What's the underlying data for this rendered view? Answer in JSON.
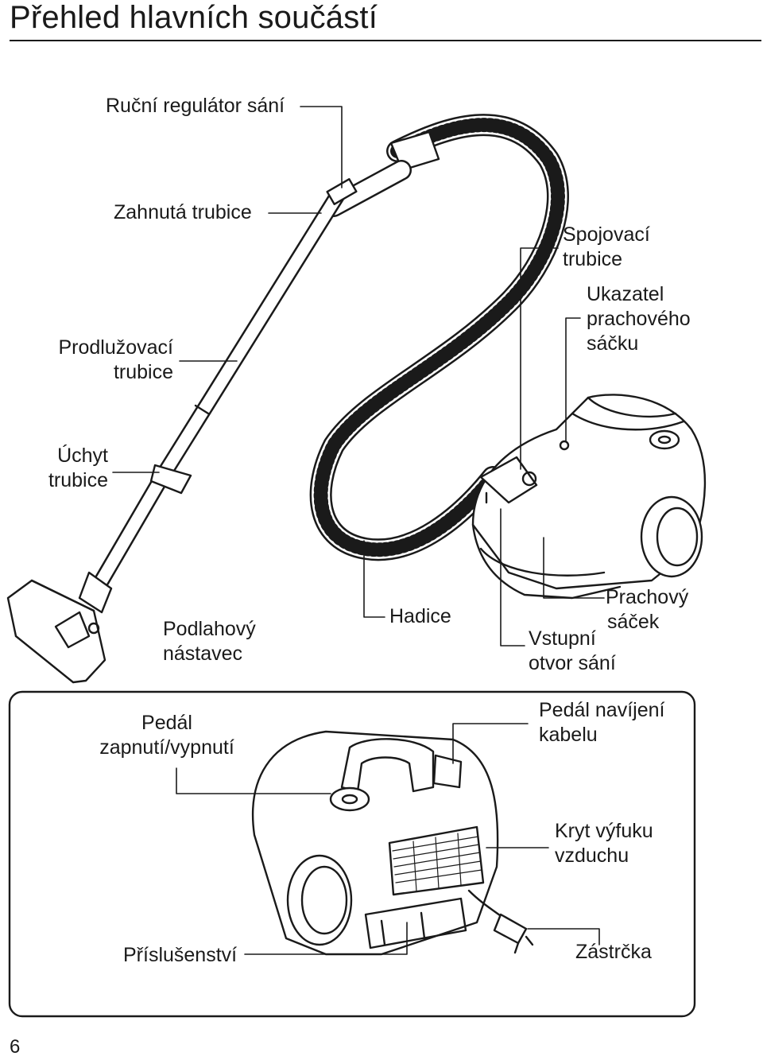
{
  "title": "Přehled hlavních součástí",
  "page_number": "6",
  "labels": {
    "manual_suction_regulator": "Ruční regulátor sání",
    "curved_tube": "Zahnutá trubice",
    "extension_tube_l1": "Prodlužovací",
    "extension_tube_l2": "trubice",
    "connecting_tube_l1": "Spojovací",
    "connecting_tube_l2": "trubice",
    "dust_bag_indicator_l1": "Ukazatel",
    "dust_bag_indicator_l2": "prachového",
    "dust_bag_indicator_l3": "sáčku",
    "tube_holder_l1": "Úchyt",
    "tube_holder_l2": "trubice",
    "floor_nozzle_l1": "Podlahový",
    "floor_nozzle_l2": "nástavec",
    "hose": "Hadice",
    "dust_bag_l1": "Prachový",
    "dust_bag_l2": "sáček",
    "suction_inlet_l1": "Vstupní",
    "suction_inlet_l2": "otvor sání",
    "power_pedal_l1": "Pedál",
    "power_pedal_l2": "zapnutí/vypnutí",
    "cable_rewind_pedal_l1": "Pedál navíjení",
    "cable_rewind_pedal_l2": "kabelu",
    "exhaust_cover_l1": "Kryt výfuku",
    "exhaust_cover_l2": "vzduchu",
    "accessories": "Příslušenství",
    "plug": "Zástrčka"
  }
}
